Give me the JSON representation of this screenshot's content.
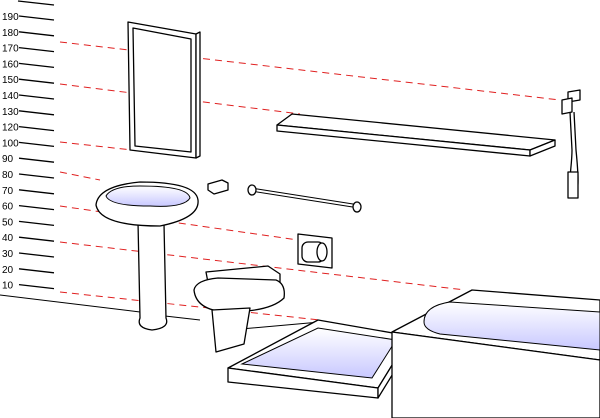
{
  "scale": {
    "unit_labels": [
      "190",
      "180",
      "170",
      "160",
      "150",
      "140",
      "130",
      "120",
      "100",
      "90",
      "80",
      "70",
      "60",
      "50",
      "40",
      "30",
      "20",
      "10"
    ]
  },
  "colors": {
    "guide": "#e02020",
    "basin": "#dcdcff",
    "line": "#000000"
  }
}
